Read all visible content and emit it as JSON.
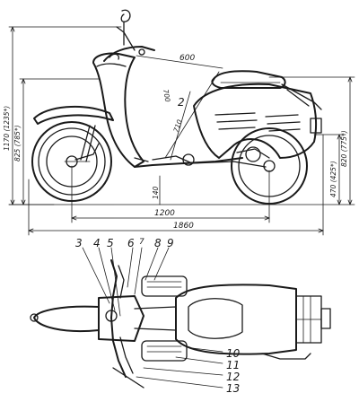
{
  "side_view": {
    "dimensions": {
      "top_reach": "600",
      "seat_to_bar": "700",
      "seat_to_footrest": "710",
      "ground_clearance": "140",
      "wheelbase": "1200",
      "overall_length": "1860",
      "overall_height": "1170 (1235*)",
      "handlebar_height": "825 (785*)",
      "seat_height": "820 (775*)",
      "rear_height": "470 (425*)"
    },
    "callout": "2"
  },
  "top_view": {
    "callouts_top": [
      "3",
      "4",
      "5",
      "6",
      "7",
      "8",
      "9"
    ],
    "callouts_bottom": [
      "10",
      "11",
      "12",
      "13"
    ]
  }
}
